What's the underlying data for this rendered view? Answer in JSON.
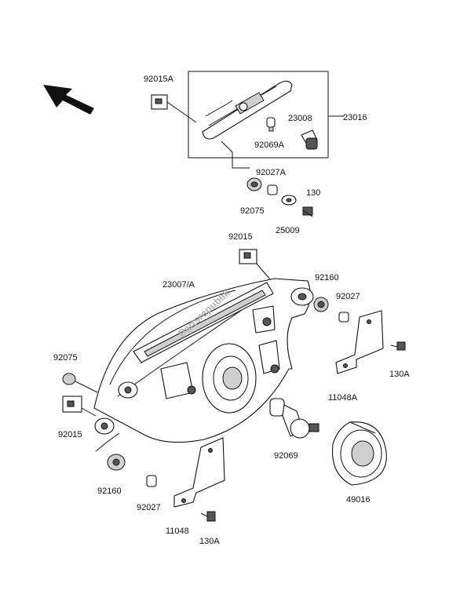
{
  "labels": {
    "p92015A": "92015A",
    "p23016": "23016",
    "p23008": "23008",
    "p92069A": "92069A",
    "p92027A": "92027A",
    "p92075_top": "92075",
    "p130": "130",
    "p25009": "25009",
    "p92015_top": "92015",
    "p23007A": "23007/A",
    "p92160_top": "92160",
    "p92027_right": "92027",
    "p130A_right": "130A",
    "p11048A": "11048A",
    "p92075_left": "92075",
    "p92015_left": "92015",
    "p92160_left": "92160",
    "p92027_bottom": "92027",
    "p92069": "92069",
    "p49016": "49016",
    "p11048": "11048",
    "p130A_bottom": "130A"
  },
  "watermark": "Partsrepublik",
  "icons": {
    "direction": "front-direction-arrow-icon"
  }
}
